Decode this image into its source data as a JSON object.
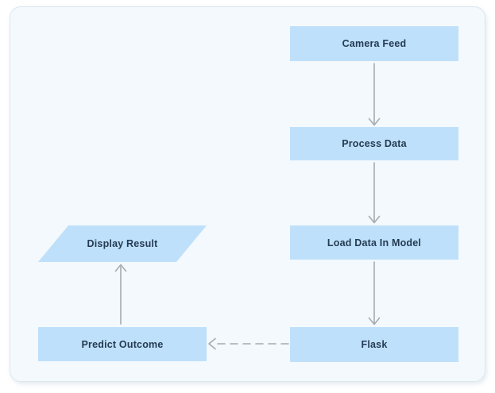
{
  "page": {
    "background_color": "#ffffff"
  },
  "panel": {
    "background_color": "#f3f9fc",
    "border_color": "#dbe7ee"
  },
  "diagram": {
    "type": "flowchart",
    "node_fill_color": "#bfe0fa",
    "node_text_color": "#243b53",
    "connector_color": "#a6abb2",
    "nodes": [
      {
        "id": "camera-feed",
        "label": "Camera Feed",
        "shape": "rectangle"
      },
      {
        "id": "process-data",
        "label": "Process Data",
        "shape": "rectangle"
      },
      {
        "id": "load-data-in-model",
        "label": "Load Data In Model",
        "shape": "rectangle"
      },
      {
        "id": "flask",
        "label": "Flask",
        "shape": "rectangle"
      },
      {
        "id": "predict-outcome",
        "label": "Predict Outcome",
        "shape": "rectangle"
      },
      {
        "id": "display-result",
        "label": "Display Result",
        "shape": "parallelogram"
      }
    ],
    "edges": [
      {
        "from": "camera-feed",
        "to": "process-data",
        "style": "solid",
        "direction": "down"
      },
      {
        "from": "process-data",
        "to": "load-data-in-model",
        "style": "solid",
        "direction": "down"
      },
      {
        "from": "load-data-in-model",
        "to": "flask",
        "style": "solid",
        "direction": "down"
      },
      {
        "from": "flask",
        "to": "predict-outcome",
        "style": "dashed",
        "direction": "left"
      },
      {
        "from": "predict-outcome",
        "to": "display-result",
        "style": "solid",
        "direction": "up"
      }
    ]
  }
}
